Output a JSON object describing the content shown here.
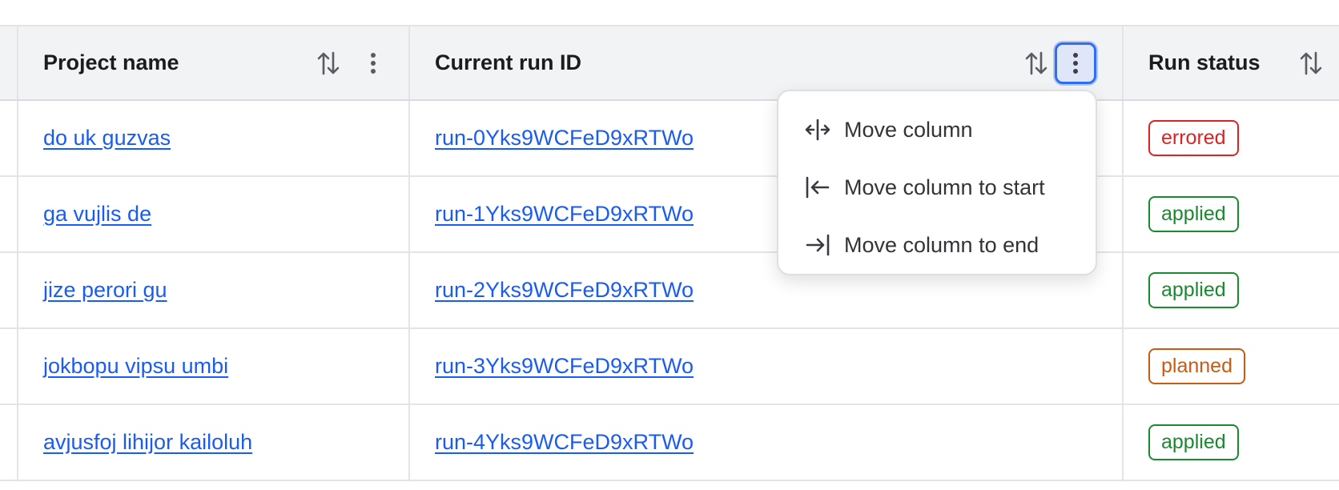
{
  "columns": [
    {
      "label": "Project name"
    },
    {
      "label": "Current run ID"
    },
    {
      "label": "Run status"
    }
  ],
  "rows": [
    {
      "project": "do uk guzvas",
      "run_id": "run-0Yks9WCFeD9xRTWo",
      "status": "errored"
    },
    {
      "project": "ga vujlis de",
      "run_id": "run-1Yks9WCFeD9xRTWo",
      "status": "applied"
    },
    {
      "project": "jize perori gu",
      "run_id": "run-2Yks9WCFeD9xRTWo",
      "status": "applied"
    },
    {
      "project": "jokbopu vipsu umbi",
      "run_id": "run-3Yks9WCFeD9xRTWo",
      "status": "planned"
    },
    {
      "project": "avjusfoj lihijor kailoluh",
      "run_id": "run-4Yks9WCFeD9xRTWo",
      "status": "applied"
    }
  ],
  "status_colors": {
    "errored": "#d92424",
    "applied": "#1a8a2e",
    "planned": "#c95a12"
  },
  "link_color": "#1a5cf0",
  "column_menu": {
    "items": [
      {
        "label": "Move column",
        "icon": "move-column-icon"
      },
      {
        "label": "Move column to start",
        "icon": "move-to-start-icon"
      },
      {
        "label": "Move column to end",
        "icon": "move-to-end-icon"
      }
    ]
  },
  "icons": {
    "sort": "sort-arrows-icon",
    "menu": "kebab-menu-icon"
  }
}
